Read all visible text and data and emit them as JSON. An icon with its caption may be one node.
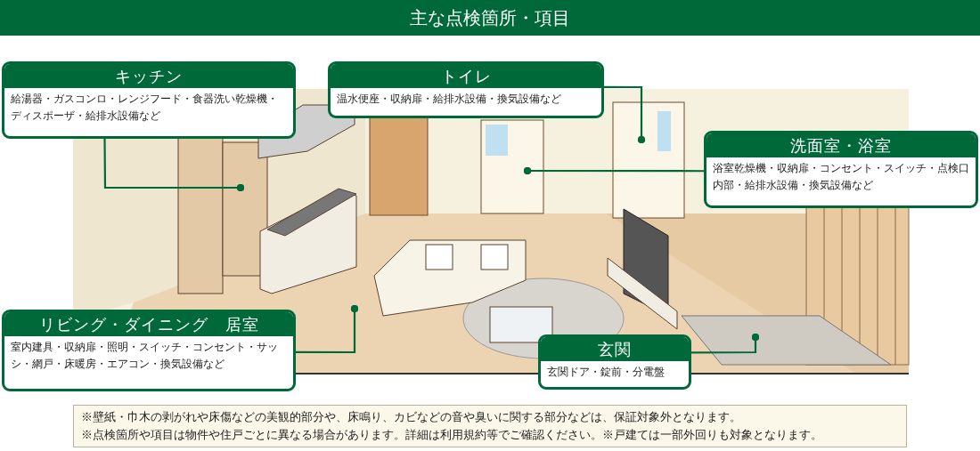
{
  "diagram": {
    "title": "主な点検箇所・項目",
    "nodes": [
      {
        "text": [
          "キッチン",
          "給湯器・ガスコンロ・レンジフード・食器洗い乾燥機・ディスポーザ・給排水設備など"
        ]
      },
      {
        "text": [
          "トイレ",
          "温水便座・収納扉・給排水設備・換気設備など"
        ]
      },
      {
        "text": [
          "洗面室・浴室",
          "浴室乾燥機・収納扉・コンセント・スイッチ・点検口内部・給排水設備・換気設備など"
        ]
      },
      {
        "text": [
          "リビング・ダイニング　居室",
          "室内建具・収納扉・照明・スイッチ・コンセント・サッシ・網戸・床暖房・エアコン・換気設備など"
        ]
      },
      {
        "text": [
          "玄関",
          "玄関ドア・錠前・分電盤"
        ]
      }
    ],
    "edges": [
      {
        "from": 0,
        "to": null,
        "arrow": "other"
      },
      {
        "from": 1,
        "to": null,
        "arrow": "other"
      },
      {
        "from": 2,
        "to": null,
        "arrow": "other"
      },
      {
        "from": 3,
        "to": null,
        "arrow": "other"
      },
      {
        "from": 4,
        "to": null,
        "arrow": "other"
      }
    ],
    "labels": [
      "※壁紙・巾木の剥がれや床傷などの美観的部分や、床鳴り、カビなどの音や臭いに関する部分などは、保証対象外となります。",
      "※点検箇所や項目は物件や住戸ごとに異なる場合があります。詳細は利用規約等でご確認ください。※戸建ては一部外回りも対象となります。"
    ]
  }
}
